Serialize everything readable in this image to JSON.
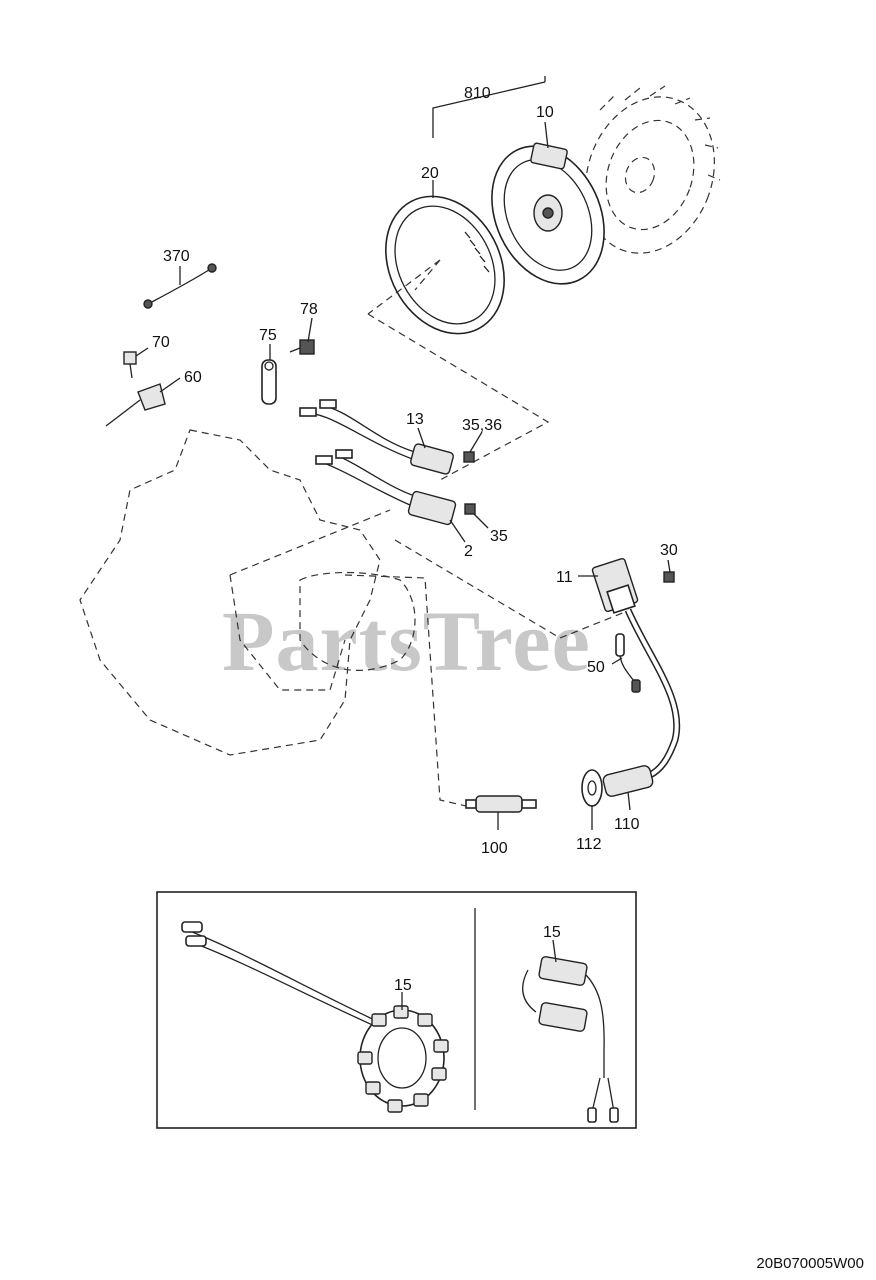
{
  "labels": {
    "p810": "810",
    "p10": "10",
    "p20": "20",
    "p370": "370",
    "p78": "78",
    "p75": "75",
    "p70": "70",
    "p60": "60",
    "p13": "13",
    "p35_36": "35,36",
    "p35": "35",
    "p2": "2",
    "p30": "30",
    "p11": "11",
    "p50": "50",
    "p100": "100",
    "p112": "112",
    "p110": "110",
    "p15_left": "15",
    "p15_right": "15"
  },
  "watermark": "PartsTree",
  "diagram_code": "20B070005W00"
}
